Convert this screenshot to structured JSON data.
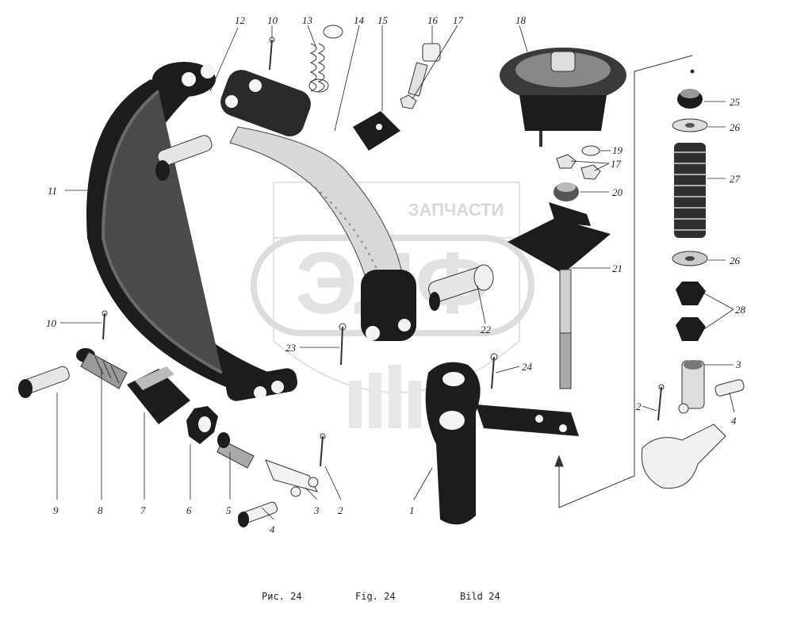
{
  "diagram": {
    "part_numbers": [
      "1",
      "2",
      "3",
      "4",
      "5",
      "6",
      "7",
      "8",
      "9",
      "10",
      "11",
      "12",
      "13",
      "14",
      "15",
      "16",
      "17",
      "18",
      "19",
      "20",
      "21",
      "22",
      "23",
      "24",
      "25",
      "26",
      "27",
      "28"
    ],
    "captions": [
      "Рис. 24",
      "Fig. 24",
      "Bild 24"
    ],
    "watermark": {
      "brand_text": "ЗАПЧАСТИ",
      "logo_letters": "ЭЛФ"
    }
  }
}
